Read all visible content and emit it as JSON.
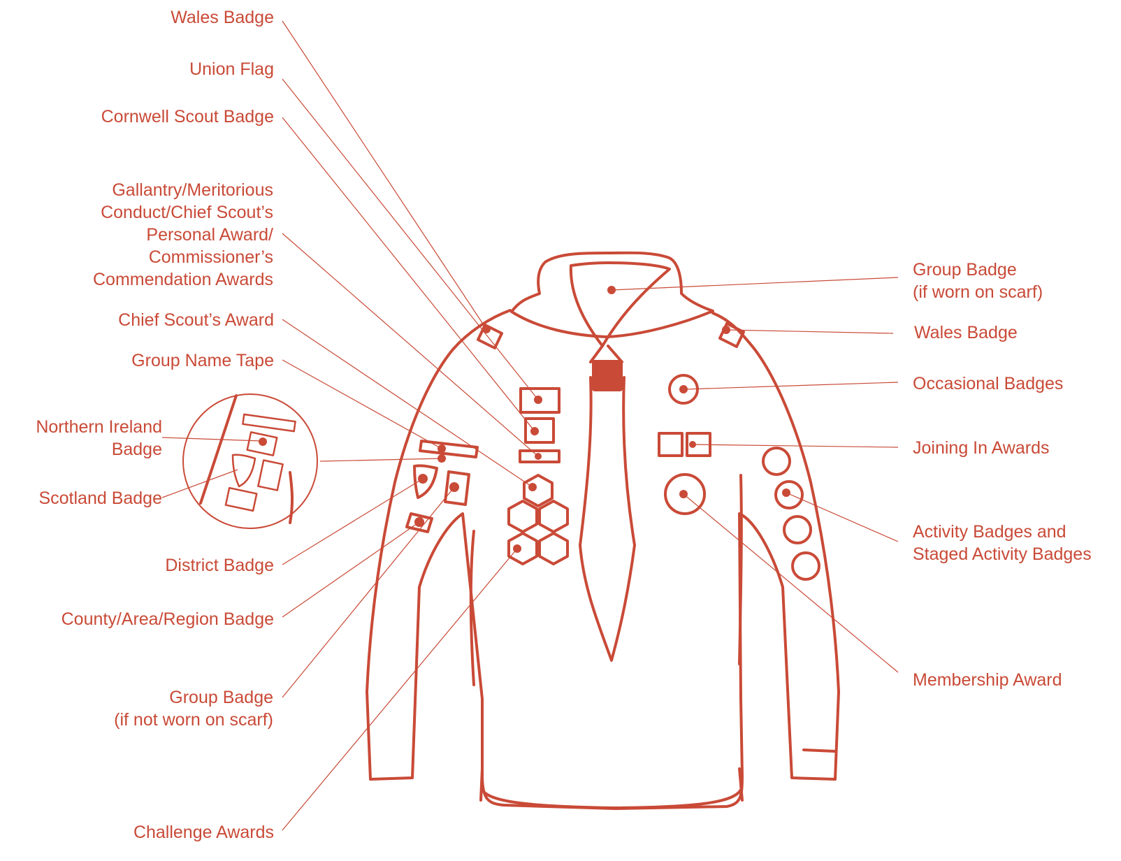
{
  "colors": {
    "accent": "#c94a37",
    "background": "#ffffff"
  },
  "labels": {
    "wales_badge_left": "Wales Badge",
    "union_flag": "Union Flag",
    "cornwell_scout_badge": "Cornwell Scout Badge",
    "gallantry_awards": "Gallantry/Meritorious\nConduct/Chief Scout’s\nPersonal Award/\nCommissioner’s\nCommendation Awards",
    "chief_scouts_award": "Chief Scout’s Award",
    "group_name_tape": "Group Name Tape",
    "northern_ireland_badge": "Northern Ireland\nBadge",
    "scotland_badge": "Scotland Badge",
    "district_badge": "District Badge",
    "county_area_region_badge": "County/Area/Region Badge",
    "group_badge_not_scarf": "Group Badge\n(if not worn on scarf)",
    "challenge_awards": "Challenge Awards",
    "group_badge_scarf": "Group Badge\n(if worn on scarf)",
    "wales_badge_right": "Wales Badge",
    "occasional_badges": "Occasional Badges",
    "joining_in_awards": "Joining In Awards",
    "activity_badges": "Activity Badges and\nStaged Activity Badges",
    "membership_award": "Membership Award"
  }
}
